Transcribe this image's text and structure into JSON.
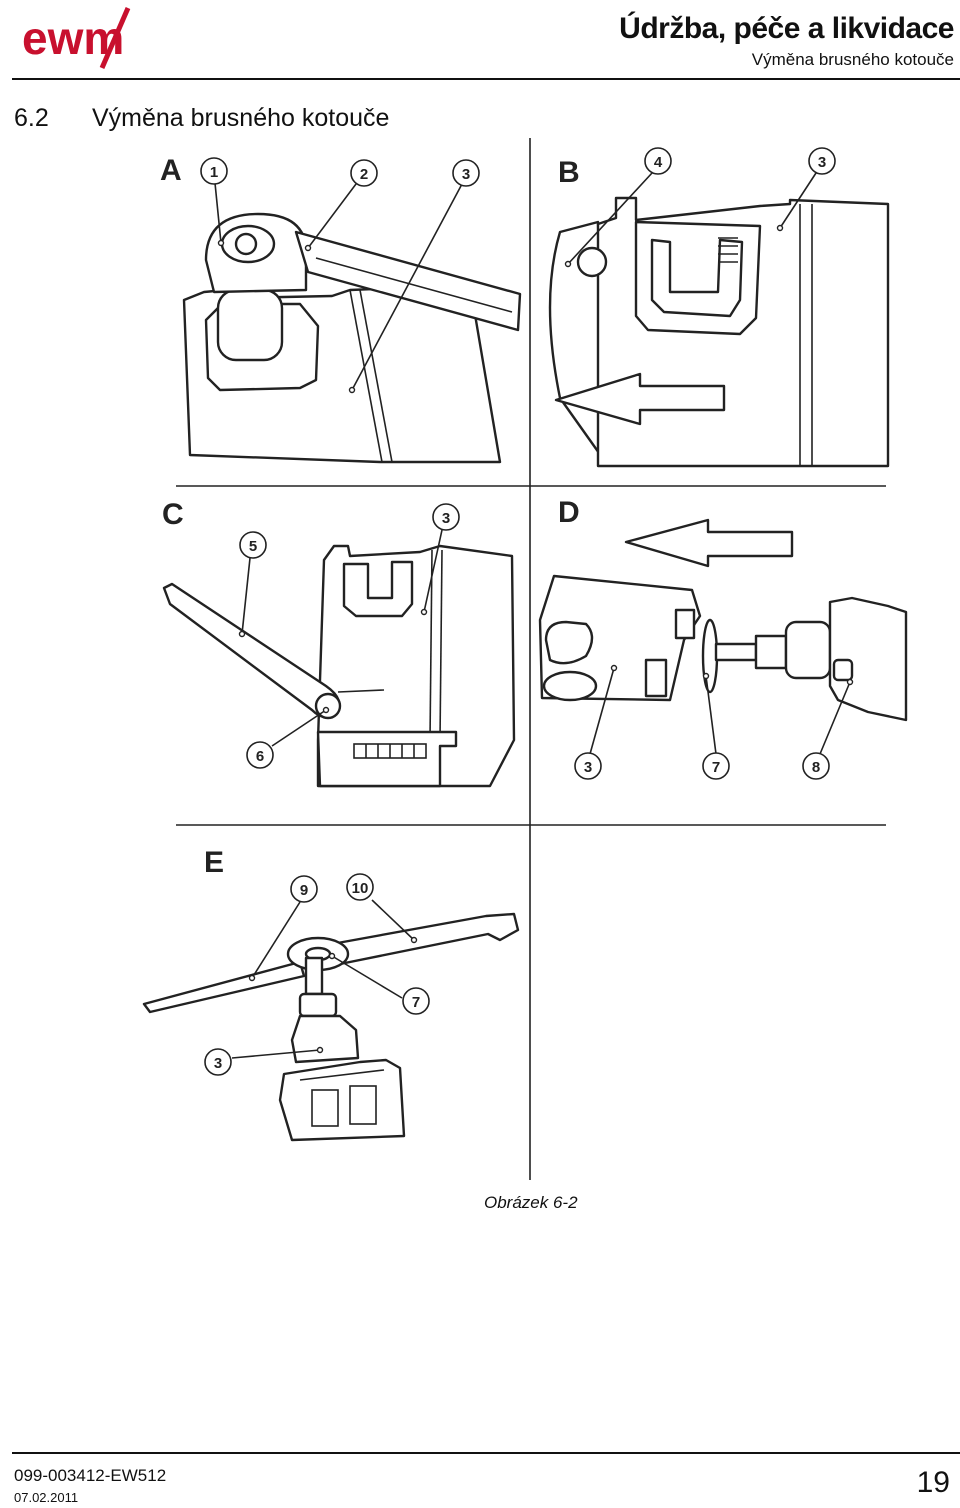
{
  "brand": {
    "logo_text": "ewm"
  },
  "header": {
    "title": "Údržba, péče a likvidace",
    "subtitle": "Výměna brusného kotouče"
  },
  "section": {
    "number": "6.2",
    "title": "Výměna brusného kotouče"
  },
  "figure": {
    "panels": [
      {
        "letter": "A",
        "callouts": [
          "1",
          "2",
          "3"
        ]
      },
      {
        "letter": "B",
        "callouts": [
          "4",
          "3"
        ]
      },
      {
        "letter": "C",
        "callouts": [
          "5",
          "3",
          "6"
        ]
      },
      {
        "letter": "D",
        "callouts": [
          "3",
          "7",
          "8"
        ]
      },
      {
        "letter": "E",
        "callouts": [
          "9",
          "10",
          "7",
          "3"
        ]
      }
    ],
    "caption": "Obrázek 6-2"
  },
  "footer": {
    "doc_number": "099-003412-EW512",
    "date": "07.02.2011",
    "page": "19"
  }
}
